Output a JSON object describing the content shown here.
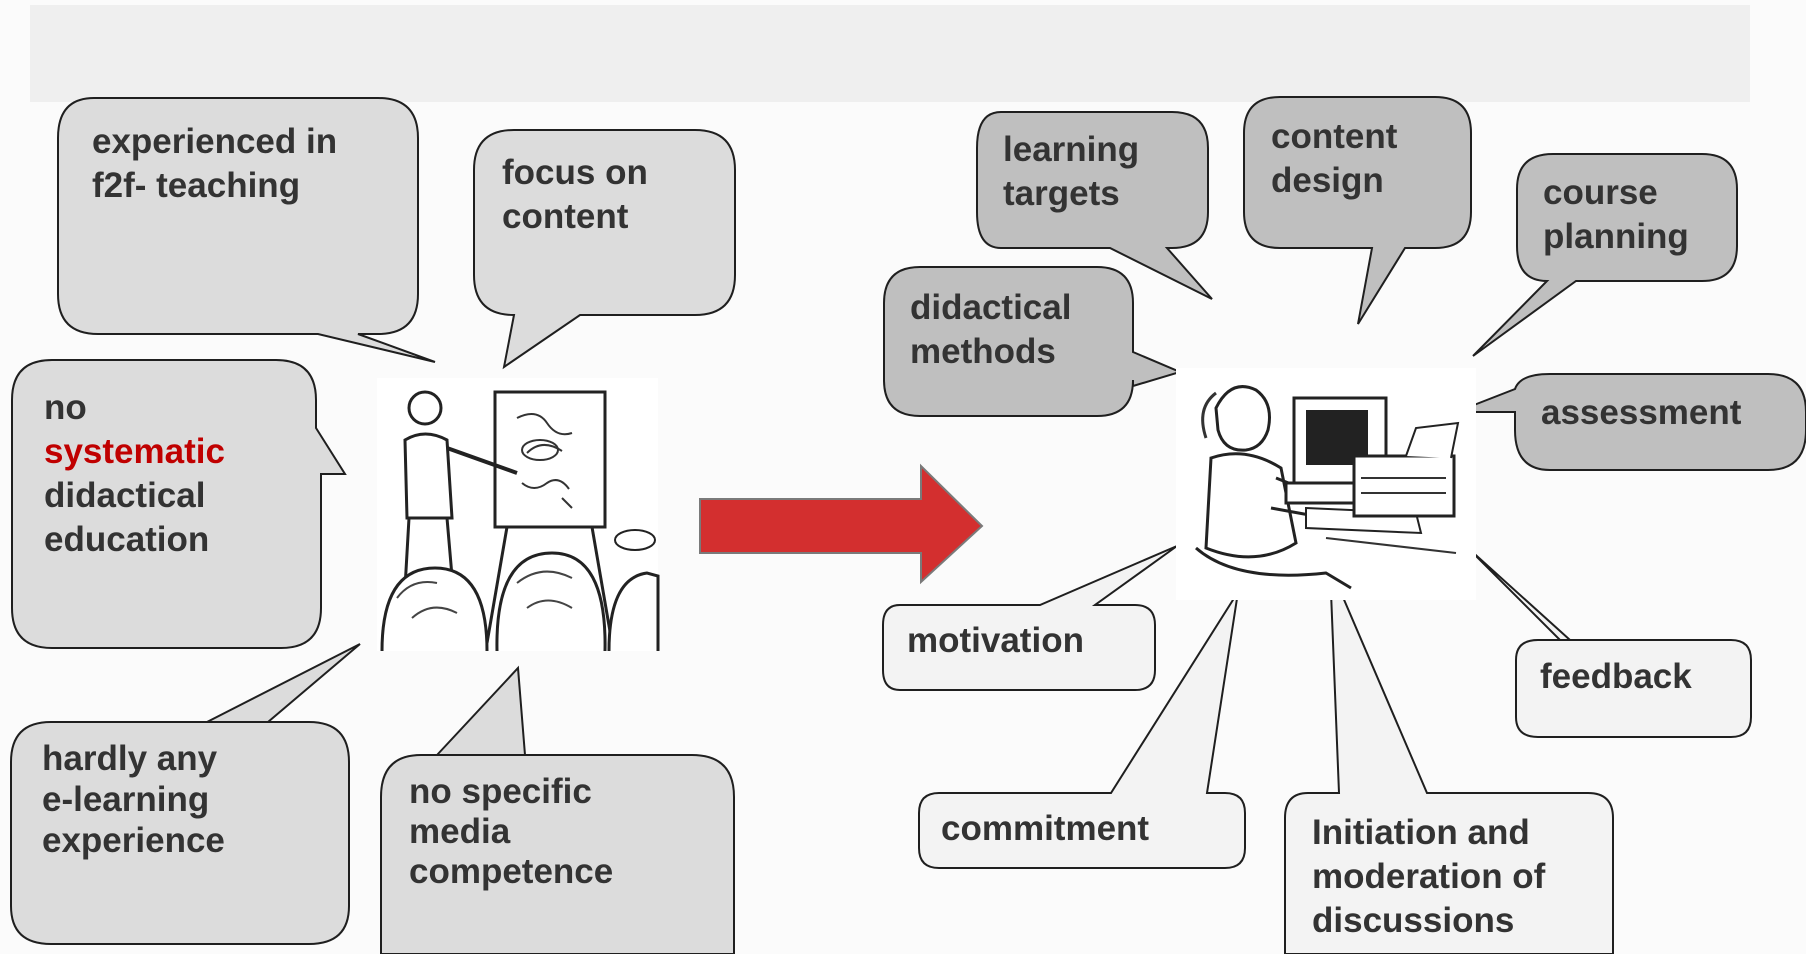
{
  "title_area": {
    "text": ""
  },
  "left_group": {
    "illustration": "teacher-at-flipchart-with-audience",
    "bubbles": {
      "experienced": [
        "experienced in",
        "f2f- teaching"
      ],
      "focus": [
        "focus on",
        "content"
      ],
      "no_systematic": {
        "line1": "no",
        "highlight": "systematic",
        "line3": "didactical",
        "line4": "education"
      },
      "hardly": [
        "hardly any",
        "e-learning",
        "experience"
      ],
      "no_media": [
        "no specific",
        "media",
        "competence"
      ]
    }
  },
  "arrow": {
    "color": "#d32f2f"
  },
  "right_group": {
    "illustration": "person-at-computer-with-printer",
    "bubbles": {
      "learning_targets": [
        "learning",
        "targets"
      ],
      "content_design": [
        "content",
        "design"
      ],
      "course_planning": [
        "course",
        "planning"
      ],
      "didactical_methods": [
        "didactical",
        "methods"
      ],
      "assessment": [
        "assessment"
      ],
      "motivation": [
        "motivation"
      ],
      "feedback": [
        "feedback"
      ],
      "commitment": [
        "commitment"
      ],
      "initiation": [
        "Initiation and",
        "moderation of",
        "discussions"
      ]
    }
  },
  "colors": {
    "bubble_fill_light": "#dcdcdc",
    "bubble_fill_dark": "#bfbfbf",
    "bubble_fill_white": "#f3f3f3",
    "bubble_stroke": "#1f1f1f",
    "text": "#333333",
    "highlight": "#c00000"
  }
}
